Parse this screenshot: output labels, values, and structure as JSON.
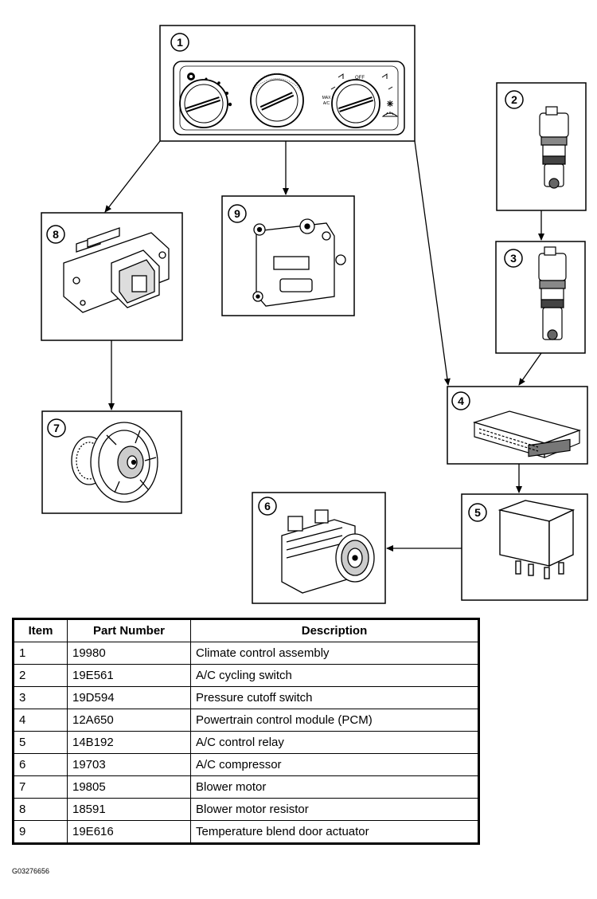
{
  "callouts": {
    "c1": "1",
    "c2": "2",
    "c3": "3",
    "c4": "4",
    "c5": "5",
    "c6": "6",
    "c7": "7",
    "c8": "8",
    "c9": "9"
  },
  "control_panel_labels": {
    "off": "OFF",
    "max_ac_line1": "MAX",
    "max_ac_line2": "A/C"
  },
  "table": {
    "headers": [
      "Item",
      "Part Number",
      "Description"
    ],
    "rows": [
      [
        "1",
        "19980",
        "Climate control assembly"
      ],
      [
        "2",
        "19E561",
        "A/C cycling switch"
      ],
      [
        "3",
        "19D594",
        "Pressure cutoff switch"
      ],
      [
        "4",
        "12A650",
        "Powertrain control module (PCM)"
      ],
      [
        "5",
        "14B192",
        "A/C control relay"
      ],
      [
        "6",
        "19703",
        "A/C compressor"
      ],
      [
        "7",
        "19805",
        "Blower motor"
      ],
      [
        "8",
        "18591",
        "Blower motor resistor"
      ],
      [
        "9",
        "19E616",
        "Temperature blend door actuator"
      ]
    ]
  },
  "figure_id": "G03276656",
  "icons": [
    "fan-icon",
    "ac-snowflake-icon",
    "defrost-icon"
  ],
  "colors": {
    "line": "#000000",
    "background": "#ffffff"
  }
}
